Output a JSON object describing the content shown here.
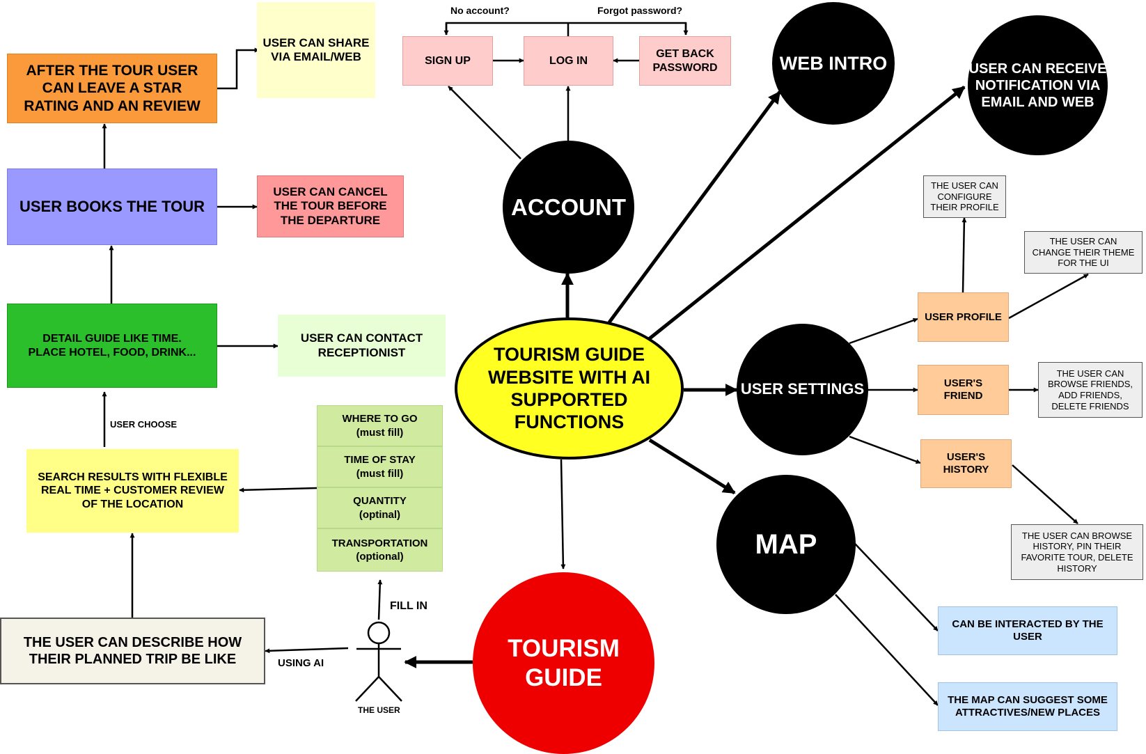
{
  "colors": {
    "orange": "#fb9a3a",
    "light_yellow": "#ffffcc",
    "periwinkle": "#9999ff",
    "salmon": "#ff9999",
    "green": "#2bc02b",
    "light_green": "#e8ffd6",
    "yellow": "#ffff88",
    "table_green": "#d0eba0",
    "cream": "#f5f3e8",
    "pink": "#ffcccc",
    "black": "#000000",
    "center_yellow": "#ffff22",
    "red": "#ee0000",
    "peach": "#ffcc99",
    "gray": "#eeeeee",
    "light_blue": "#cce5ff"
  },
  "left_flow": {
    "after_tour": "AFTER THE TOUR USER\nCAN LEAVE A STAR\nRATING AND AN REVIEW",
    "share": "USER CAN SHARE\nVIA EMAIL/WEB",
    "books": "USER BOOKS THE TOUR",
    "cancel": "USER CAN CANCEL\nTHE TOUR BEFORE\nTHE DEPARTURE",
    "detail": "DETAIL GUIDE LIKE TIME.\nPLACE HOTEL, FOOD, DRINK...",
    "contact": "USER CAN CONTACT\nRECEPTIONIST",
    "user_choose": "USER CHOOSE",
    "search_results": "SEARCH RESULTS WITH FLEXIBLE\nREAL TIME + CUSTOMER REVIEW\nOF THE LOCATION",
    "describe": "THE USER CAN DESCRIBE HOW\nTHEIR PLANNED TRIP BE LIKE",
    "using_ai": "USING AI",
    "fill_in": "FILL IN",
    "the_user": "THE USER"
  },
  "form_fields": [
    "WHERE TO GO\n(must fill)",
    "TIME OF STAY\n(must fill)",
    "QUANTITY\n(optinal)",
    "TRANSPORTATION\n(optional)"
  ],
  "account_flow": {
    "no_account": "No account?",
    "forgot_password": "Forgot password?",
    "sign_up": "SIGN UP",
    "log_in": "LOG IN",
    "get_back_password": "GET BACK\nPASSWORD"
  },
  "nodes": {
    "account": "ACCOUNT",
    "web_intro": "WEB INTRO",
    "notification": "USER CAN RECEIVE\nNOTIFICATION VIA\nEMAIL AND WEB",
    "center": "TOURISM GUIDE\nWEBSITE WITH AI\nSUPPORTED\nFUNCTIONS",
    "user_settings": "USER SETTINGS",
    "map": "MAP",
    "tourism_guide": "TOURISM\nGUIDE"
  },
  "settings": {
    "user_profile": "USER PROFILE",
    "configure_profile": "THE USER CAN\nCONFIGURE\nTHEIR PROFILE",
    "change_theme": "THE USER CAN\nCHANGE THEIR THEME\nFOR THE UI",
    "users_friend": "USER'S\nFRIEND",
    "browse_friends": "THE USER CAN\nBROWSE FRIENDS,\nADD FRIENDS,\nDELETE FRIENDS",
    "users_history": "USER'S\nHISTORY",
    "browse_history": "THE USER CAN BROWSE\nHISTORY, PIN THEIR\nFAVORITE TOUR, DELETE\nHISTORY"
  },
  "map_features": {
    "interacted": "CAN BE INTERACTED BY THE\nUSER",
    "suggest": "THE MAP CAN SUGGEST SOME\nATTRACTIVES/NEW PLACES"
  }
}
